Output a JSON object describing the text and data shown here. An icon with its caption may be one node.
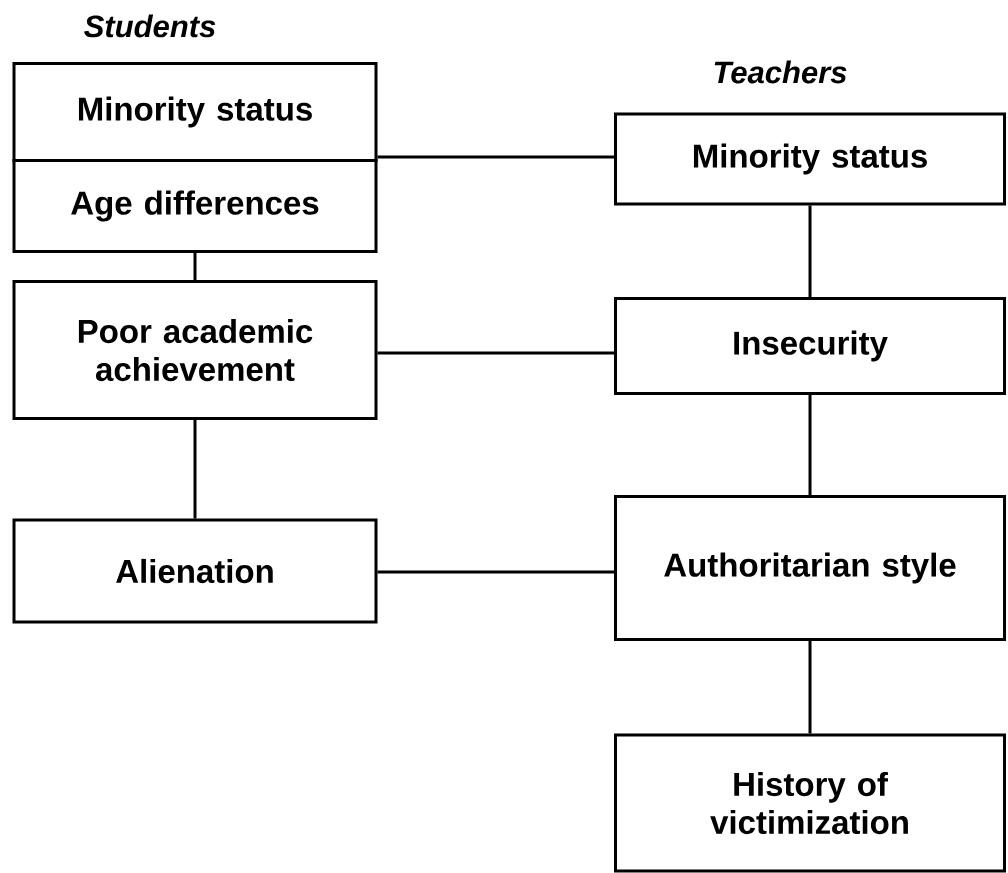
{
  "diagram": {
    "nodes": [
      {
        "text": [
          "Minority status"
        ]
      },
      {
        "text": [
          "Age differences"
        ]
      },
      {
        "text": [
          "Poor academic achievement"
        ]
      },
      {
        "text": [
          "Alienation"
        ]
      },
      {
        "text": [
          "Minority status"
        ]
      },
      {
        "text": [
          "Insecurity"
        ]
      },
      {
        "text": [
          "Authoritarian style"
        ]
      },
      {
        "text": [
          "History of victimization"
        ]
      }
    ],
    "edges": [
      {
        "from": 0,
        "to": 4,
        "arrow": "none"
      },
      {
        "from": 1,
        "to": 2,
        "arrow": "none"
      },
      {
        "from": 2,
        "to": 3,
        "arrow": "none"
      },
      {
        "from": 2,
        "to": 5,
        "arrow": "none"
      },
      {
        "from": 3,
        "to": 6,
        "arrow": "none"
      },
      {
        "from": 4,
        "to": 5,
        "arrow": "none"
      },
      {
        "from": 5,
        "to": 6,
        "arrow": "none"
      },
      {
        "from": 6,
        "to": 7,
        "arrow": "none"
      }
    ],
    "labels": [
      "Students",
      "Teachers"
    ]
  }
}
